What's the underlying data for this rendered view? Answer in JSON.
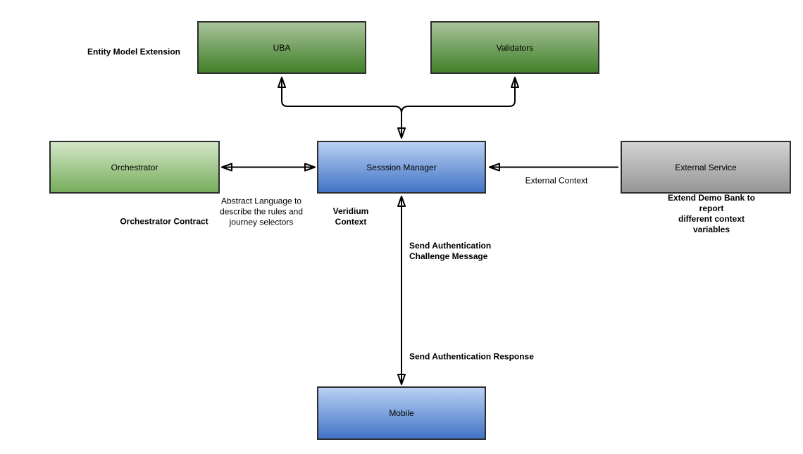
{
  "diagram": {
    "type": "architecture-flow-diagram",
    "nodes": {
      "uba": {
        "label": "UBA",
        "color": "green-dark"
      },
      "validators": {
        "label": "Validators",
        "color": "green-dark"
      },
      "orchestrator": {
        "label": "Orchestrator",
        "color": "green-light"
      },
      "session_manager": {
        "label": "Sesssion Manager",
        "color": "blue"
      },
      "external_service": {
        "label": "External Service",
        "color": "gray"
      },
      "mobile": {
        "label": "Mobile",
        "color": "blue"
      }
    },
    "edges": [
      {
        "from": "session_manager",
        "to": "uba",
        "direction": "both-fork"
      },
      {
        "from": "session_manager",
        "to": "validators",
        "direction": "both-fork"
      },
      {
        "from": "orchestrator",
        "to": "session_manager",
        "direction": "both"
      },
      {
        "from": "external_service",
        "to": "session_manager",
        "direction": "one-way",
        "label": "External Context"
      },
      {
        "from": "session_manager",
        "to": "mobile",
        "direction": "both"
      }
    ],
    "annotations": {
      "entity_model_extension": {
        "text": "Entity Model Extension",
        "bold": true
      },
      "abstract_language": {
        "text": "Abstract Language to\ndescribe the rules and\njourney selectors",
        "bold": false
      },
      "orchestrator_contract": {
        "text": "Orchestrator Contract",
        "bold": true
      },
      "veridium_context": {
        "text": "Veridium\nContext",
        "bold": true
      },
      "external_context": {
        "text": "External Context",
        "bold": false
      },
      "extend_demo_bank": {
        "text": "Extend Demo Bank to report\ndifferent context variables",
        "bold": true
      },
      "send_auth_challenge": {
        "text": "Send Authentication\nChallenge Message",
        "bold": true
      },
      "send_auth_response": {
        "text": "Send Authentication Response",
        "bold": true
      }
    },
    "colors": {
      "green_dark_top": "#a8c39a",
      "green_dark_bottom": "#418028",
      "green_light_top": "#d4e6c8",
      "green_light_bottom": "#76ad5b",
      "blue_top": "#b9d1f3",
      "blue_bottom": "#4173c6",
      "gray_top": "#d3d3d3",
      "gray_bottom": "#969696",
      "border": "#2d2d2d",
      "wire": "#000000",
      "background": "#ffffff"
    }
  }
}
